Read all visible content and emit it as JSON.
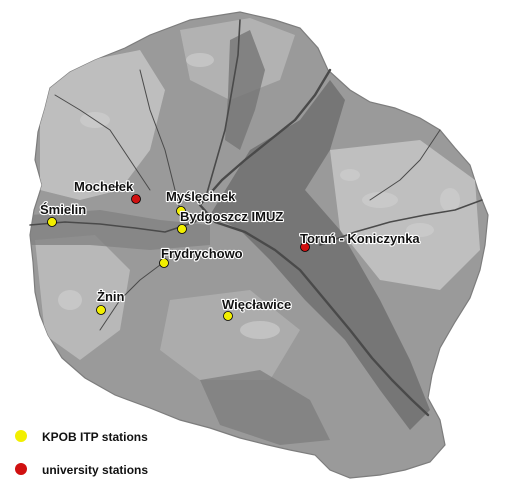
{
  "map": {
    "colors": {
      "base_gray": "#9a9a9a",
      "dark_gray": "#6f6f6f",
      "light_gray": "#c4c4c4",
      "river": "#4a4a4a",
      "kpob_station": "#f2ef00",
      "university_station": "#d01010"
    },
    "stations": [
      {
        "id": "mochelek",
        "label": "Mochełek",
        "type": "university"
      },
      {
        "id": "myslecinek",
        "label": "Myślęcinek",
        "type": "kpob"
      },
      {
        "id": "bydgoszcz",
        "label": "Bydgoszcz IMUZ",
        "type": "kpob"
      },
      {
        "id": "smielin",
        "label": "Śmielin",
        "type": "kpob"
      },
      {
        "id": "torun",
        "label": "Toruń - Koniczynka",
        "type": "university"
      },
      {
        "id": "frydrychowo",
        "label": "Frydrychowo",
        "type": "kpob"
      },
      {
        "id": "znin",
        "label": "Żnin",
        "type": "kpob"
      },
      {
        "id": "wieclawice",
        "label": "Więcławice",
        "type": "kpob"
      }
    ],
    "legend": [
      {
        "label": "KPOB ITP stations",
        "type": "kpob"
      },
      {
        "label": "university stations",
        "type": "university"
      }
    ]
  }
}
